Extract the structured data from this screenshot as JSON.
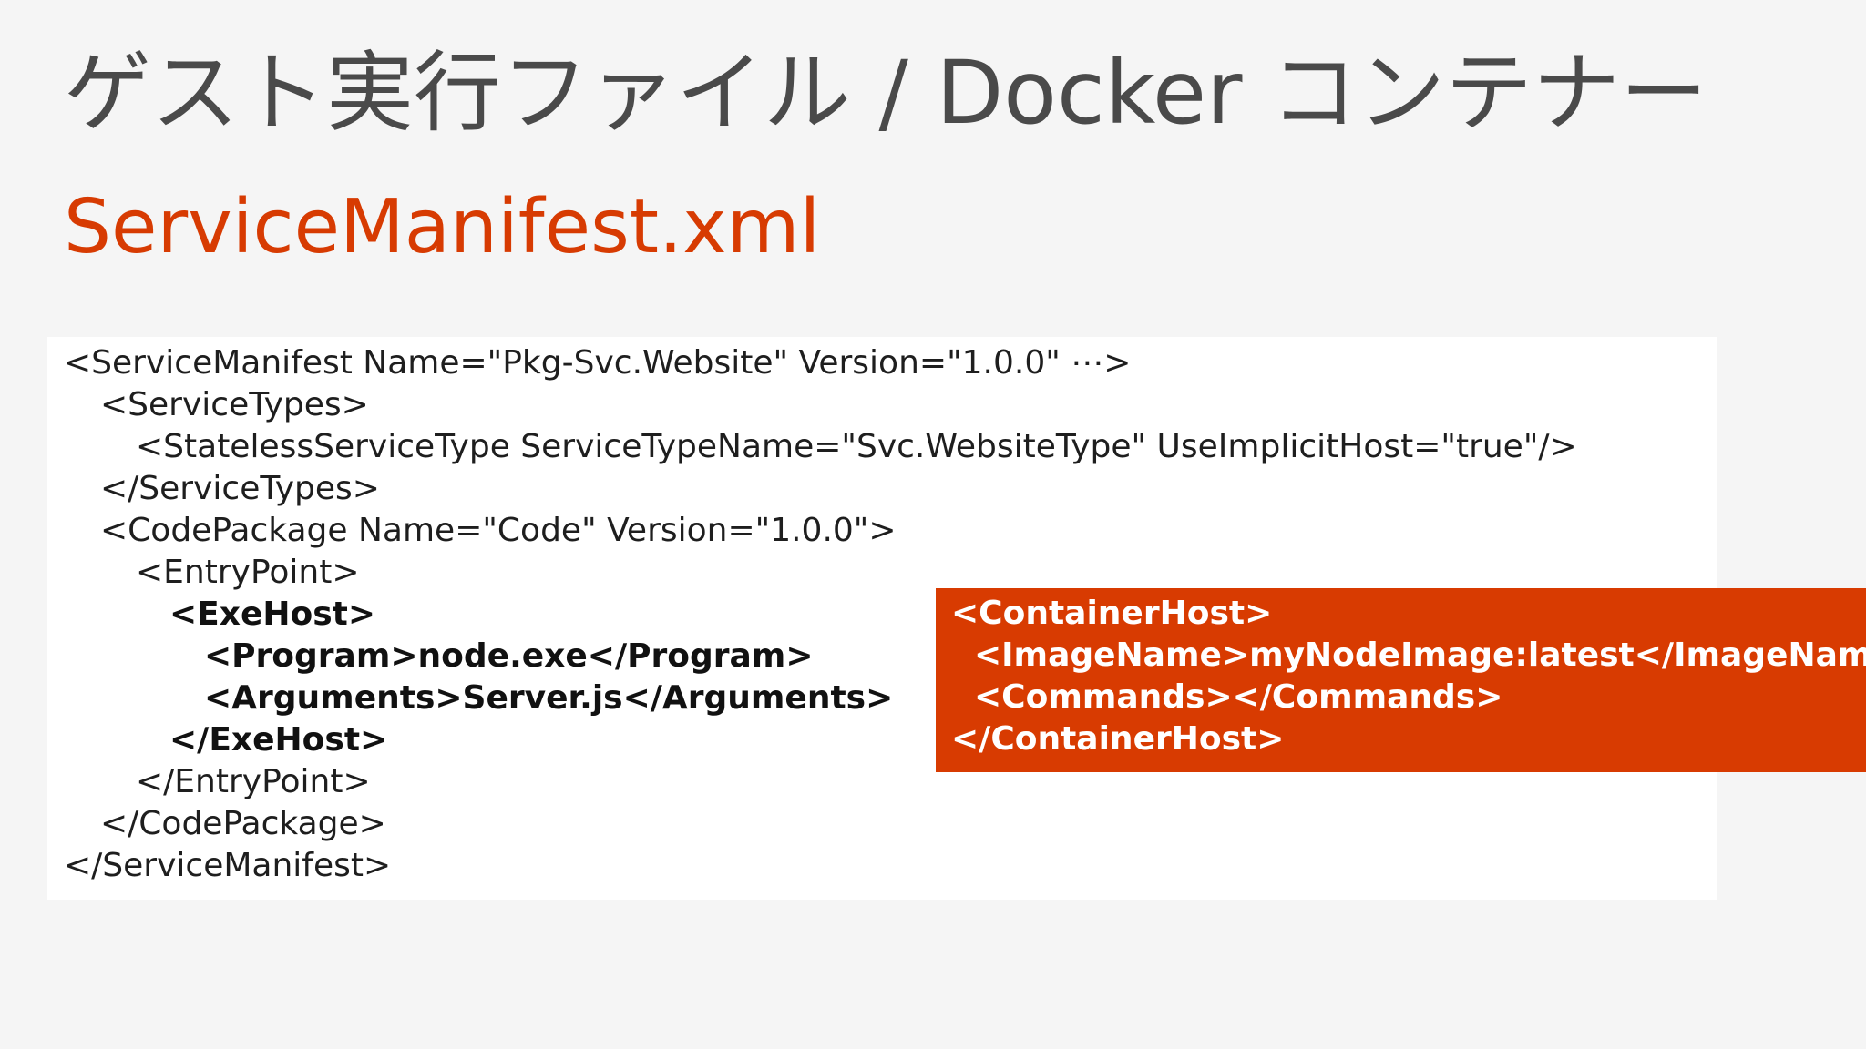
{
  "slide": {
    "title": "ゲスト実行ファイル / Docker コンテナー",
    "subtitle": "ServiceManifest.xml"
  },
  "code": {
    "lines": [
      "<ServiceManifest Name=\"Pkg-Svc.Website\" Version=\"1.0.0\" ⋯>",
      "<ServiceTypes>",
      "<StatelessServiceType ServiceTypeName=\"Svc.WebsiteType\" UseImplicitHost=\"true\"/>",
      "</ServiceTypes>",
      "<CodePackage Name=\"Code\" Version=\"1.0.0\">",
      "<EntryPoint>",
      "<ExeHost>",
      "<Program>node.exe</Program>",
      "<Arguments>Server.js</Arguments>",
      "</ExeHost>",
      "</EntryPoint>",
      "</CodePackage>",
      "</ServiceManifest>"
    ]
  },
  "container_host": {
    "lines": [
      "<ContainerHost>",
      "<ImageName>myNodeImage:latest</ImageName>",
      "<Commands></Commands>",
      "</ContainerHost>"
    ]
  },
  "colors": {
    "accent": "#d83b01",
    "title": "#4a4a4a",
    "background": "#f5f5f5",
    "panel": "#ffffff"
  }
}
